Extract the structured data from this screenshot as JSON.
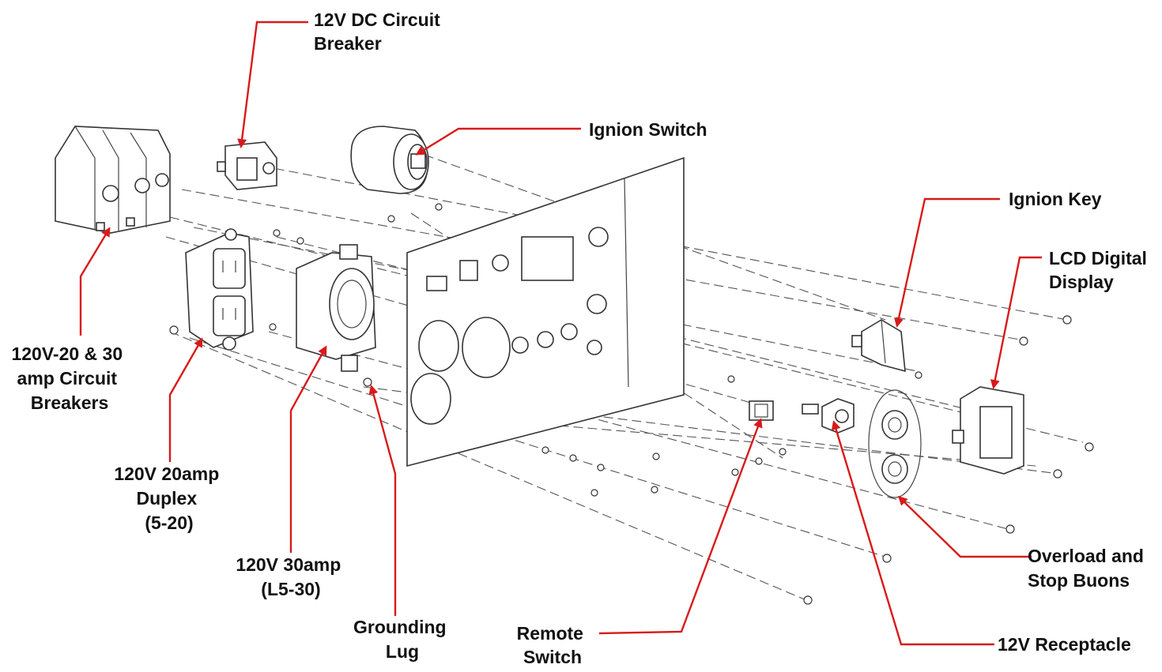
{
  "labels": {
    "dc_breaker": [
      "12V DC Circuit",
      "Breaker"
    ],
    "ignition_switch": [
      "Ignion Switch"
    ],
    "ignition_key": [
      "Ignion Key"
    ],
    "lcd_display": [
      "LCD Digital",
      "Display"
    ],
    "circuit_breakers": [
      "120V-20 & 30",
      "amp Circuit",
      "Breakers"
    ],
    "duplex": [
      "120V 20amp",
      "Duplex",
      "(5-20)"
    ],
    "l5_30": [
      "120V 30amp",
      "(L5-30)"
    ],
    "grounding_lug": [
      "Grounding",
      "Lug"
    ],
    "remote_switch": [
      "Remote",
      "Switch"
    ],
    "receptacle_12v": [
      "12V Receptacle"
    ],
    "overload_stop": [
      "Overload and",
      "Stop Buons"
    ]
  },
  "colors": {
    "leader": "#d81a1a",
    "line_art": "#333333",
    "text": "#111111"
  }
}
